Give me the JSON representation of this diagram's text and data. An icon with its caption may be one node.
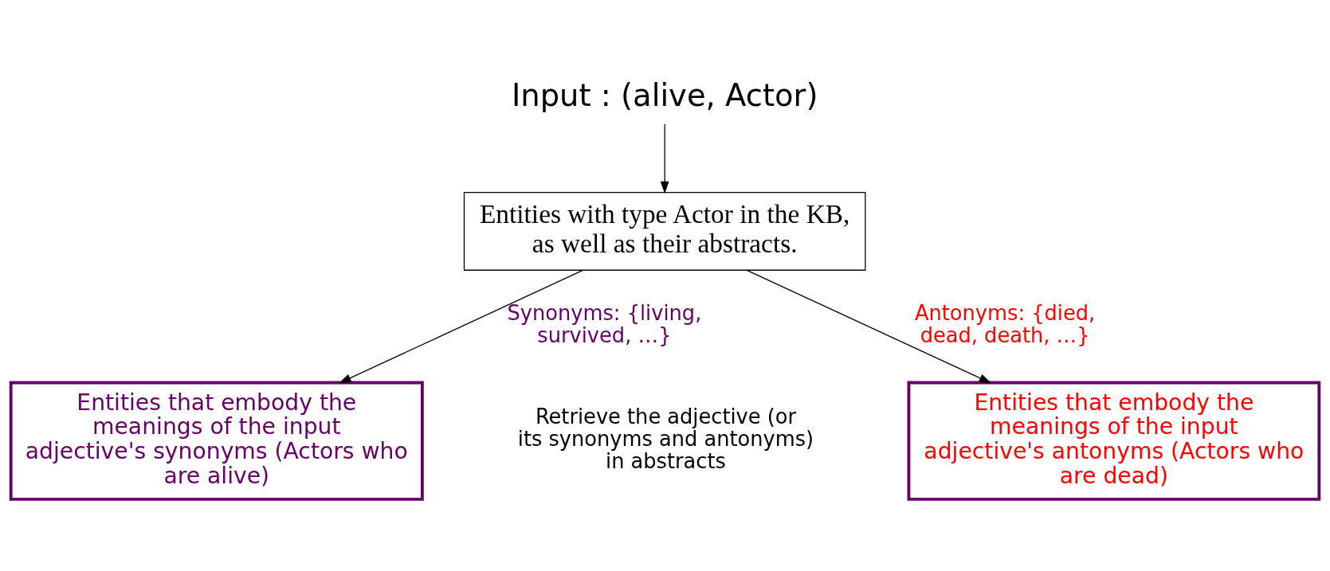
{
  "diagram": {
    "nodes": [
      {
        "text": [
          "Input : (alive, Actor)"
        ]
      },
      {
        "text": [
          "Entities with type Actor in the KB, as well as their abstracts."
        ]
      },
      {
        "text": [
          "Entities that embody the meanings of the input adjective's synonyms (Actors who are alive)"
        ]
      },
      {
        "text": [
          "Entities that embody the meanings of the input adjective's antonyms (Actors who are dead)"
        ]
      }
    ],
    "edges": [
      {
        "from": 0,
        "to": 1,
        "arrow": "to"
      },
      {
        "from": 1,
        "to": 2,
        "arrow": "to",
        "label": "Synonyms: {living, survived, …}"
      },
      {
        "from": 1,
        "to": 3,
        "arrow": "to",
        "label": "Antonyms: {died, dead, death, …}"
      }
    ],
    "labels": [
      "Retrieve the adjective (or its synonyms and antonyms) in abstracts"
    ]
  }
}
